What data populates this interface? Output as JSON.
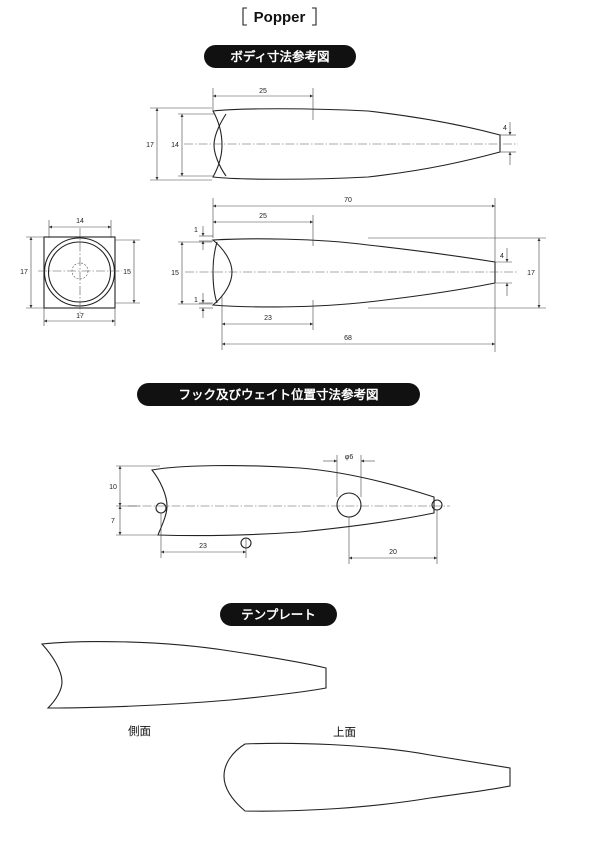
{
  "page": {
    "title": "Popper",
    "sections": [
      {
        "id": "body-dims",
        "title": "ボディ寸法参考図"
      },
      {
        "id": "hook-dims",
        "title": "フック及びウェイト位置寸法参考図"
      },
      {
        "id": "template",
        "title": "テンプレート"
      }
    ]
  },
  "body_dims": {
    "top_view": {
      "len_25": "25",
      "h_17": "17",
      "h_14": "14",
      "tail_4": "4"
    },
    "end_view": {
      "w_14": "14",
      "h_17": "17",
      "h_15": "15",
      "w_17": "17"
    },
    "side_view": {
      "len_70": "70",
      "len_25": "25",
      "edge_1_top": "1",
      "edge_1_bottom": "1",
      "h_15": "15",
      "tail_4": "4",
      "h_17": "17",
      "len_23": "23",
      "len_68": "68"
    }
  },
  "hook_dims": {
    "d6": "φ6",
    "h_10": "10",
    "h_7": "7",
    "len_23": "23",
    "len_20": "20"
  },
  "template": {
    "side_label": "側面",
    "top_label": "上面"
  },
  "colors": {
    "ink": "#111111",
    "pill_bg": "#111111",
    "pill_text": "#ffffff",
    "paper": "#ffffff"
  }
}
